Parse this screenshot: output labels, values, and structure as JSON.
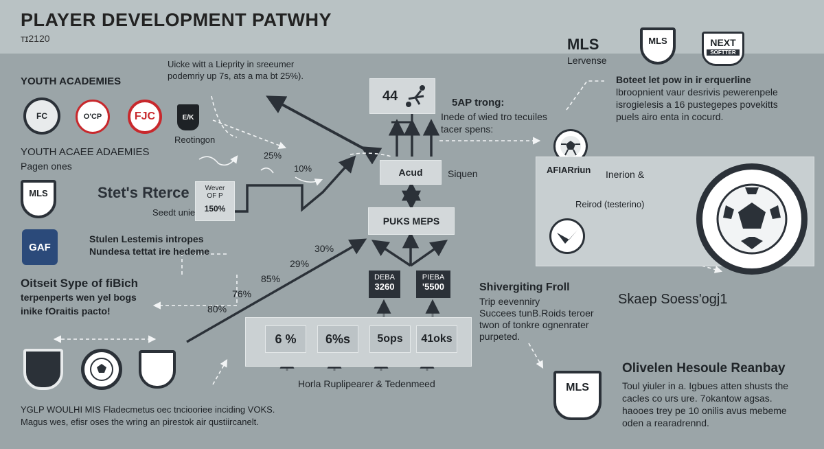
{
  "header": {
    "title": "PLAYER DEVELOPMENT PATWHY",
    "subtitle": "ᴛɪ2120"
  },
  "left": {
    "youth_academies": "YOUTH ACADEMIES",
    "academy_badges": [
      "FC",
      "O'CP",
      "FJC",
      "E/K"
    ],
    "recognition": "Reotingon",
    "youth_acae_1": "YOUTH ACAЕE ADAEMIES",
    "pagen_ones": "Pagen ones",
    "mls_badge": "MLS",
    "gaf_badge": "GAF",
    "stats_title": "Stet's Rterce",
    "stats_box_lines": [
      "Wever",
      "OF P"
    ],
    "stats_box_value": "150%",
    "seed_label": "Seedt unie",
    "stulen_1": "Stulen Lestemis intropes",
    "stulen_2": "Nundesa tettat ire hedeme",
    "oitseit_title": "Oitseit Sype of fiBich",
    "oitseit_1": "terpenperts wen yel bogs",
    "oitseit_2": "inike fOraitis pacto!",
    "bottom_1": "YGLP WOULHI MIS Fladecmetus oec tnciooriee inciding VOKS.",
    "bottom_2": "Magus wes, efisr oses the wring an pirestok air qustiircanelt."
  },
  "top_note": {
    "line1": "Uicke witt a Lieprity in sreeumer",
    "line2": "podemriy up 7s, ats a ma bt 25%)."
  },
  "flow": {
    "pct_25": "25%",
    "pct_10": "10%",
    "pct_30": "30%",
    "pct_29": "29%",
    "pct_85": "85%",
    "pct_76": "76%",
    "pct_80": "80%",
    "box_44": "44",
    "sap_title": "5AP trong:",
    "sap_1": "Inede of wied tro tecuiles",
    "sap_2": "tacer spens:",
    "acud": "Acud",
    "siquen": "Siquen",
    "puks": "PUKS MEPS",
    "stat1_label": "DEBA",
    "stat1_value": "3260",
    "stat2_label": "PIEBA",
    "stat2_value": "'5500",
    "bottom_values": [
      "6 %",
      "6%s",
      "5ops",
      "41oks"
    ],
    "bottom_caption": "Horla Ruplipearer & Tedenmeed"
  },
  "right": {
    "mls_title": "MLS",
    "mls_sub": "Lervense",
    "mls_badge": "MLS",
    "next_badge_1": "NEXT",
    "next_badge_2": "SOFTTER",
    "boteet_title": "Boteet let pow in ir erquerline",
    "boteet_2": "lbroopnient vaur desrivis pewerenpele",
    "boteet_3": "isrogielesis a 16 pustegepes povekitts",
    "boteet_4": "puels airo enta in cocurd.",
    "afiar": "AFIARriun",
    "inerion": "Inerion &",
    "reirod": "Reirod (testerino)",
    "shiver_title": "Shivergiting Froll",
    "shiver_1": "Trip eevenniry",
    "shiver_2": "Succees tunB.Roids teroer",
    "shiver_3": "twon of tonkre ognenrater",
    "shiver_4": "purpeted.",
    "skaep": "Skaep Soess'ogj1",
    "oliv_title": "Olivelen Hesoule Reanbay",
    "oliv_1": "Toul yiuler in a. Igbues atten shusts the",
    "oliv_2": "cacles co urs ure. 7okantow agsas.",
    "oliv_3": "haooes trey pe 10 onilis avus mebeme",
    "oliv_4": "oden a rearadrennd.",
    "mls_badge_bottom": "MLS"
  }
}
